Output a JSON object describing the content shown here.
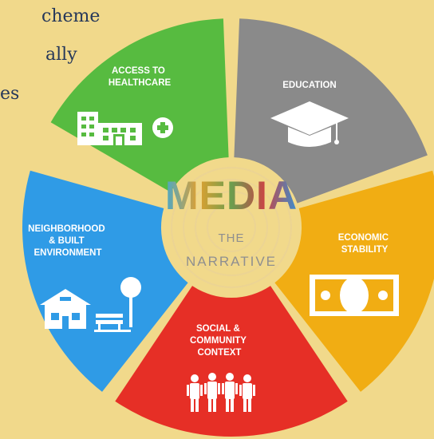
{
  "side_text": [
    "cheme",
    "ally",
    "es"
  ],
  "center": {
    "title": "MEDIA",
    "line1": "THE",
    "line2": "NARRATIVE"
  },
  "segments": [
    {
      "id": "healthcare",
      "lines": [
        "ACCESS TO",
        "HEALTHCARE"
      ],
      "color": "#57bb40",
      "icon": "hospital-icon"
    },
    {
      "id": "education",
      "lines": [
        "EDUCATION"
      ],
      "color": "#8a8a8a",
      "icon": "graduation-cap-icon"
    },
    {
      "id": "economic",
      "lines": [
        "ECONOMIC",
        "STABILITY"
      ],
      "color": "#f1ad13",
      "icon": "money-icon"
    },
    {
      "id": "social",
      "lines": [
        "SOCIAL &",
        "COMMUNITY",
        "CONTEXT"
      ],
      "color": "#e62f26",
      "icon": "people-icon"
    },
    {
      "id": "neighborhood",
      "lines": [
        "NEIGHBORHOOD",
        "& BUILT",
        "ENVIRONMENT"
      ],
      "color": "#2f9be6",
      "icon": "house-icon"
    }
  ]
}
